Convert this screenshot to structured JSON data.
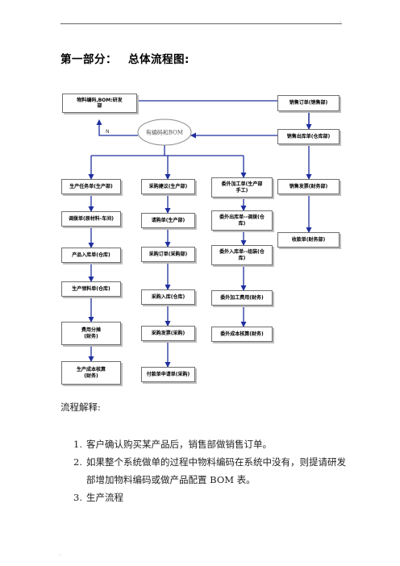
{
  "page": {
    "corner_mark": ".",
    "bottom_mark": ".",
    "heading_part": "第一部分：",
    "heading_title": "总体流程图:",
    "section_label": "流程解释:"
  },
  "flowchart": {
    "nodes": {
      "material_coding": "物料编码,BOM:研发\n部",
      "sales_order": "销售订单(销售部)",
      "sales_outbound": "销售出库单(仓库部)",
      "production_task": "生产任务单(生产部)",
      "purchase_advice": "采购建议(生产部)",
      "outsourcing_order": "委外加工单(生产部\n手工)",
      "sales_invoice": "销售发票(财务部)",
      "transfer_order": "调拨单(原材料-车间)",
      "requisition": "请购单(生产部)",
      "outsourcing_outbound": "委外出库单--调拨(仓\n库)",
      "receipt_order": "收款单(财务部)",
      "product_inbound": "产品入库单(仓库)",
      "purchase_order": "采购订单(采购部)",
      "outsourcing_inbound": "委外入库单--组装(仓\n库)",
      "production_picking": "生产领料单(仓库)",
      "purchase_inbound": "采购入库(仓库)",
      "outsourcing_fee": "委外加工费用(财务)",
      "cost_allocation": "费用分摊\n(财务)",
      "purchase_invoice": "采购发票(采购)",
      "outsourcing_costing": "委外成本核算(财务)",
      "production_costing": "生产成本核算\n(财务)",
      "payment_request": "付款单申请单(采购)"
    },
    "decision": "有编码和BOM",
    "no_label": "N"
  },
  "explanation": {
    "items": [
      {
        "num": "1.",
        "text": "客户确认购买某产品后，销售部做销售订单。"
      },
      {
        "num": "2.",
        "text": "如果整个系统做单的过程中物料编码在系统中没有，则提请研发部增加物料编码或做产品配置 BOM 表。"
      },
      {
        "num": "3.",
        "text": "生产流程"
      }
    ]
  }
}
